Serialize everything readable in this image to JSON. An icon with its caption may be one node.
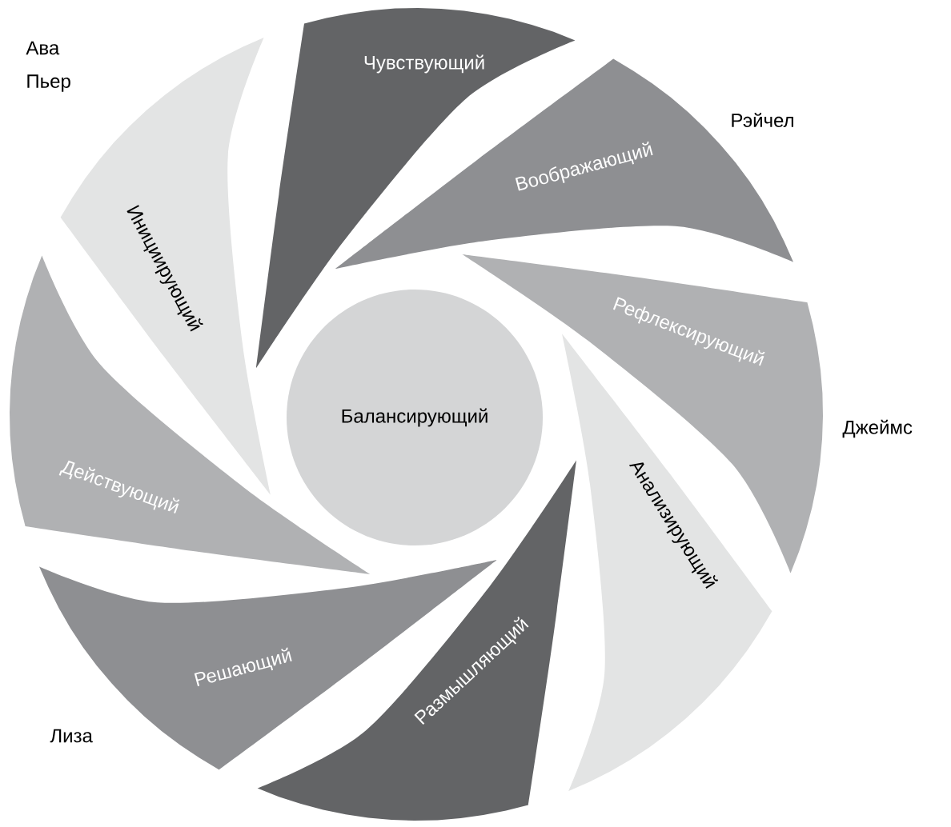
{
  "diagram": {
    "nodes": [
      {
        "text": [
          "Балансирующий"
        ]
      },
      {
        "text": [
          "Чувствующий"
        ]
      },
      {
        "text": [
          "Воображающий"
        ]
      },
      {
        "text": [
          "Рефлексирующий"
        ]
      },
      {
        "text": [
          "Анализирующий"
        ]
      },
      {
        "text": [
          "Размышляющий"
        ]
      },
      {
        "text": [
          "Решающий"
        ]
      },
      {
        "text": [
          "Действующий"
        ]
      },
      {
        "text": [
          "Инициирующий"
        ]
      }
    ],
    "labels": [
      "Ава",
      "Пьер",
      "Рэйчел",
      "Джеймс",
      "Лиза"
    ]
  }
}
